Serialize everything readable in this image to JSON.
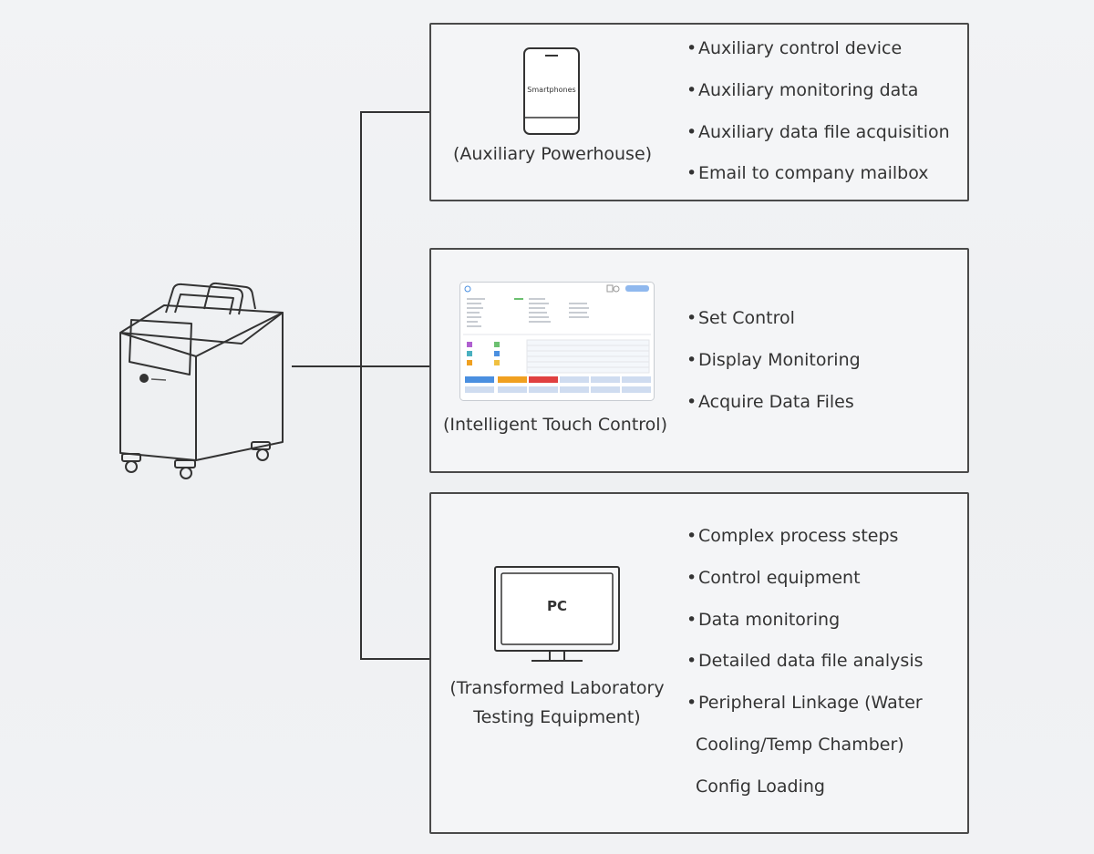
{
  "diagram": {
    "panels": [
      {
        "device": "smartphone",
        "device_label": "Smartphones",
        "caption": "(Auxiliary Powerhouse)",
        "bullets": [
          "Auxiliary control device",
          "Auxiliary monitoring data",
          "Auxiliary data file acquisition",
          "Email to company mailbox"
        ]
      },
      {
        "device": "touch-screen",
        "caption": "(Intelligent Touch Control)",
        "bullets": [
          "Set Control",
          "Display Monitoring",
          "Acquire Data Files"
        ]
      },
      {
        "device": "pc-monitor",
        "device_label": "PC",
        "caption_line1": "(Transformed Laboratory",
        "caption_line2": "Testing Equipment)",
        "bullets": [
          "Complex process steps",
          "Control equipment",
          "Data monitoring",
          "Detailed data file analysis",
          "Peripheral Linkage (Water"
        ],
        "continuation": [
          "Cooling/Temp Chamber)",
          "Config Loading"
        ]
      }
    ],
    "machine_icon": "test-equipment-cart",
    "line_color": "#333333",
    "accent_colors": [
      "#4a8fe0",
      "#f0a020",
      "#e04040"
    ]
  }
}
